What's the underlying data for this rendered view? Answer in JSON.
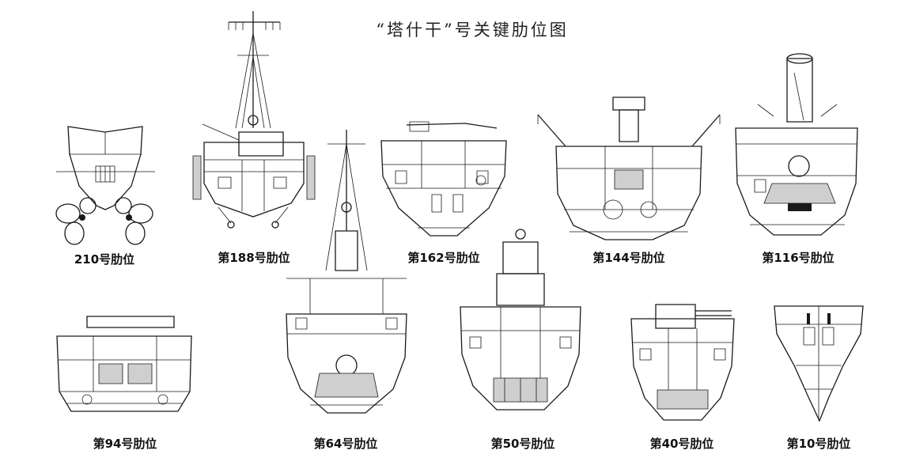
{
  "title": "“塔什干”号关键肋位图",
  "sections": [
    {
      "id": "s210",
      "label": "210号肋位"
    },
    {
      "id": "s188",
      "label": "第188号肋位"
    },
    {
      "id": "s162",
      "label": "第162号肋位"
    },
    {
      "id": "s144",
      "label": "第144号肋位"
    },
    {
      "id": "s116",
      "label": "第116号肋位"
    },
    {
      "id": "s94",
      "label": "第94号肋位"
    },
    {
      "id": "s64",
      "label": "第64号肋位"
    },
    {
      "id": "s50",
      "label": "第50号肋位"
    },
    {
      "id": "s40",
      "label": "第40号肋位"
    },
    {
      "id": "s10",
      "label": "第10号肋位"
    }
  ]
}
